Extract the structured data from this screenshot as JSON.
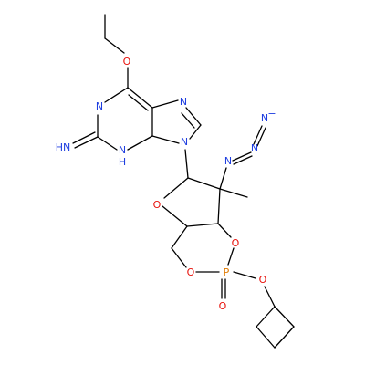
{
  "molecule": {
    "colors": {
      "bond": "#000000",
      "oxygen": "#e8120c",
      "nitrogen": "#1f3fe0",
      "phosphorus": "#e07a00",
      "background": "#ffffff"
    },
    "labels": {
      "o_ethoxy": "O",
      "n_ring_top": "N",
      "n_imidazole": "N",
      "n_ring_left": "N",
      "imine": "HN",
      "nh_ring": "N",
      "nh_h": "H",
      "n9": "N",
      "azide_n1": "N",
      "azide_n2": "N",
      "azide_n3": "N",
      "azide_minus": "−",
      "o_sugar": "O",
      "o_right": "O",
      "o_left": "O",
      "p": "P",
      "o_double": "O",
      "o_ester": "O"
    }
  }
}
